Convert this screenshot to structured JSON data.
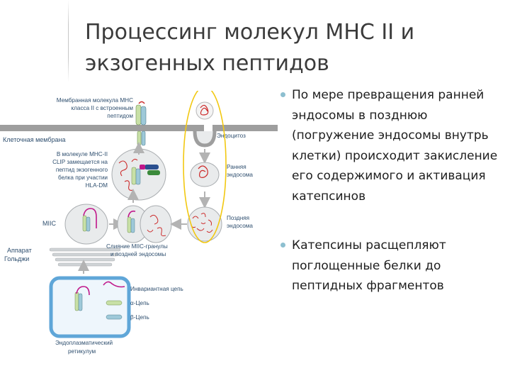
{
  "title_lines": [
    "Процессинг молекул МНС II и",
    "экзогенных пептидов"
  ],
  "bullets": [
    "По мере превращения ранней эндосомы в позднюю (погружение эндосомы внутрь клетки) происходит закисление его содержимого и активация катепсинов",
    "Катепсины расщепляют поглощенные белки до пептидных фрагментов"
  ],
  "diagram": {
    "labels": {
      "mhc_top": [
        "Мембранная молекула МНС",
        "класса II с встроенным",
        "пептидом"
      ],
      "cell_membrane": "Клеточная мембрана",
      "endocytosis": "Эндоцитоз",
      "clip": [
        "В молекуле МНС-II",
        "CLIP замещается на",
        "пептид экзогенного",
        "белка при участии",
        "HLA-DM"
      ],
      "early_endosome": [
        "Ранняя",
        "эндосома"
      ],
      "miic": "MIIC",
      "late_endosome": [
        "Поздняя",
        "эндосома"
      ],
      "golgi": [
        "Аппарат",
        "Гольджи"
      ],
      "fusion": [
        "Слияние MIIC-гранулы",
        "и поздней эндосомы"
      ],
      "invariant": "Инвариантная цепь",
      "alpha": "α-Цепь",
      "beta": "β-Цепь",
      "er": [
        "Эндоплазматический",
        "ретикулум"
      ]
    },
    "colors": {
      "membrane": "#9e9e9e",
      "organelle_fill": "#e9ebec",
      "organelle_stroke": "#a9adb0",
      "er_stroke": "#5fa6d8",
      "er_fill": "#eef6fc",
      "arrow": "#b3b3b3",
      "highlight_ellipse": "#f2c811",
      "alpha_chain": "#c8e0a6",
      "beta_chain": "#9ec9d9",
      "invariant": "#c0178a",
      "peptide": "#cc2a2a",
      "dm_blue": "#2a4f8f",
      "dm_green": "#3b8a3b"
    }
  }
}
